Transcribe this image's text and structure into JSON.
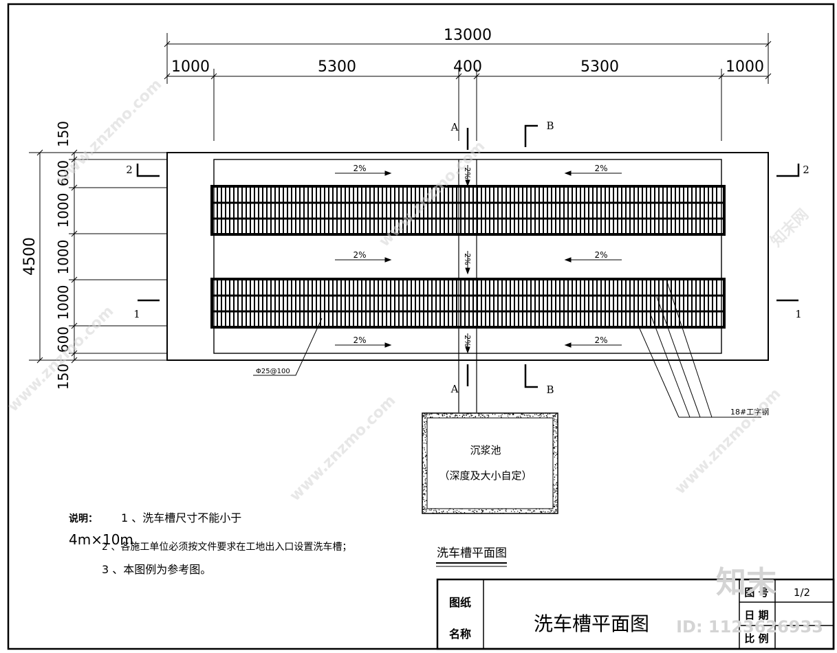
{
  "dimensions": {
    "total_length": "13000",
    "segments": [
      "1000",
      "5300",
      "400",
      "5300",
      "1000"
    ],
    "total_width": "4500",
    "rows": [
      "150",
      "600",
      "1000",
      "1000",
      "1000",
      "600",
      "150"
    ]
  },
  "section_marks": {
    "a": "A",
    "b": "B",
    "one": "1",
    "two": "2"
  },
  "slope": "2%",
  "callouts": {
    "rebar": "Φ25@100",
    "steel_beam": "18#工字钢"
  },
  "sediment_tank": {
    "title": "沉浆池",
    "note": "（深度及大小自定）"
  },
  "notes": {
    "heading": "说明：",
    "item1": "1 、洗车槽尺寸不能小于",
    "item1_size": "4m×10m",
    "item2": "2 、各施工单位必须按文件要求在工地出入口设置洗车槽；",
    "item3": "3 、本图例为参考图。"
  },
  "plan_title": "洗车槽平面图",
  "title_block": {
    "label_line1": "图纸",
    "label_line2": "名称",
    "drawing_name": "洗车槽平面图",
    "drawing_no_label": "图 号",
    "drawing_no": "1/2",
    "date_label": "日 期",
    "scale_label": "比 例"
  },
  "watermark": {
    "site": "www.znzmo.com",
    "brand": "知末网",
    "logo": "知末",
    "id": "ID: 1123626933"
  },
  "colors": {
    "ink": "#000000",
    "watermark": "#d4d4d4",
    "grating": "#000000"
  }
}
